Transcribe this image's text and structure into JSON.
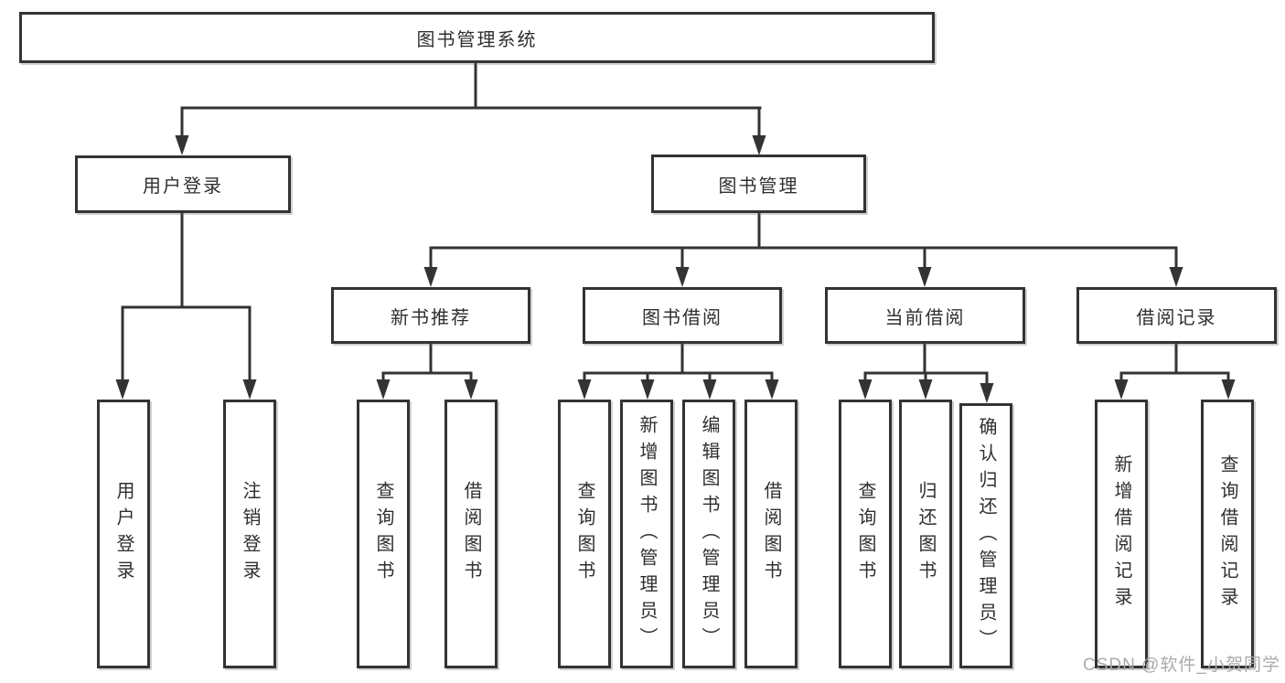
{
  "diagram": {
    "root": "图书管理系统",
    "level2": {
      "user_login": "用户登录",
      "book_management": "图书管理"
    },
    "level3": {
      "new_book_recommend": "新书推荐",
      "book_borrow": "图书借阅",
      "current_borrow": "当前借阅",
      "borrow_records": "借阅记录"
    },
    "leaves": {
      "user_login": [
        "用户登录",
        "注销登录"
      ],
      "new_book_recommend": [
        "查询图书",
        "借阅图书"
      ],
      "book_borrow": [
        "查询图书",
        "新增图书（管理员）",
        "编辑图书（管理员）",
        "借阅图书"
      ],
      "current_borrow": [
        "查询图书",
        "归还图书",
        "确认归还（管理员）"
      ],
      "borrow_records": [
        "新增借阅记录",
        "查询借阅记录"
      ]
    }
  },
  "colors": {
    "line": "#333333",
    "text": "#2f2f2f",
    "watermark": "#ababab",
    "background": "#ffffff"
  },
  "watermark": "CSDN @软件_小贺同学"
}
